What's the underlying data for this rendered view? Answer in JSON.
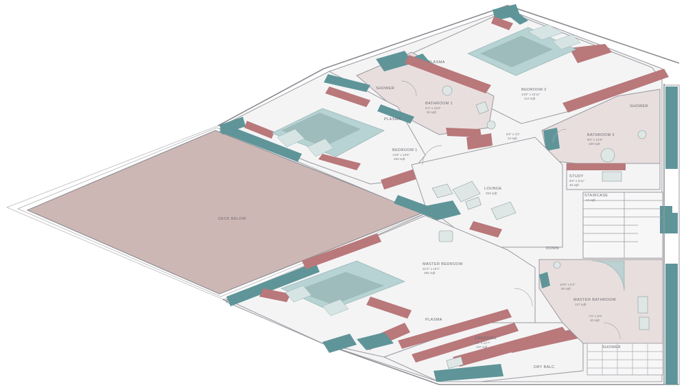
{
  "rooms": {
    "deck_below": {
      "name": "DECK BELOW"
    },
    "bedroom_2": {
      "name": "BEDROOM 2",
      "dims": "13'5\" x 15'11\"",
      "area": "212 sqft"
    },
    "bathroom_1": {
      "name": "BATHROOM 1",
      "dims": "5'4\" x 10'0\"",
      "area": "82 sqft"
    },
    "shower_1": {
      "name": "SHOWER"
    },
    "plasma_top": {
      "name": "PLASMA"
    },
    "plasma_bed1": {
      "name": "PLASMA"
    },
    "bedroom_1": {
      "name": "BEDROOM 1",
      "dims": "14'6\" x 16'6\"",
      "area": "253 sqft"
    },
    "passage": {
      "dims": "8'2\" x 3'1\"",
      "area": "24 sqft"
    },
    "bathroom_2": {
      "name": "BATHROOM 2",
      "dims": "9'0\" x 14'0\"",
      "area": "100 sqft"
    },
    "shower_2": {
      "name": "SHOWER"
    },
    "study": {
      "name": "STUDY",
      "dims": "8'6\" x 9'11\"",
      "area": "46 sqft"
    },
    "lounge": {
      "name": "LOUNGE",
      "area": "253 sqft"
    },
    "staircase": {
      "name": "STAIRCASE",
      "area": "44 sqft"
    },
    "down": {
      "name": "DOWN"
    },
    "master_bedroom": {
      "name": "MASTER BEDROOM",
      "dims": "21'2\" x 15'1\"",
      "area": "286 sqft"
    },
    "wc": {
      "dims": "10'8\" x 5'2\"",
      "area": "55 sqft"
    },
    "master_bathroom": {
      "name": "MASTER BATHROOM",
      "area": "127 sqft"
    },
    "vanity": {
      "dims": "7'4\" x 6'0\"",
      "area": "40 sqft"
    },
    "plasma_master": {
      "name": "PLASMA"
    },
    "dressing": {
      "name": "DRESSING",
      "dims": "8'0\" x 14'7\"",
      "area": "137 sqft"
    },
    "shower_master": {
      "name": "SHOWER"
    },
    "dry_balc": {
      "name": "DRY BALC"
    }
  },
  "colors": {
    "glass": "#5f9599",
    "wardrobe": "#b9787a",
    "deck": "#cdb7b4",
    "bed": "#b7d3d3",
    "bath_floor": "#e9dede"
  }
}
